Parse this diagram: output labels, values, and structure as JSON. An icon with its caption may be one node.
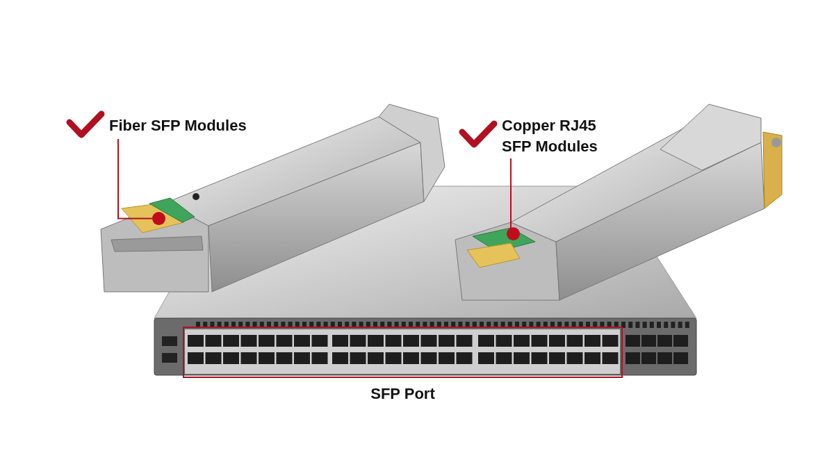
{
  "diagram": {
    "nodes": [
      {
        "text": [
          "Fiber SFP Modules"
        ]
      },
      {
        "text": [],
        "shape": "circle"
      },
      {
        "text": [
          "Copper RJ45 SFP Modules"
        ]
      },
      {
        "text": [],
        "shape": "circle"
      },
      {
        "text": [
          "SFP Port"
        ]
      }
    ],
    "edges": [
      {
        "from": 0,
        "to": 1,
        "arrow": "none"
      },
      {
        "from": 2,
        "to": 3,
        "arrow": "none"
      }
    ]
  }
}
